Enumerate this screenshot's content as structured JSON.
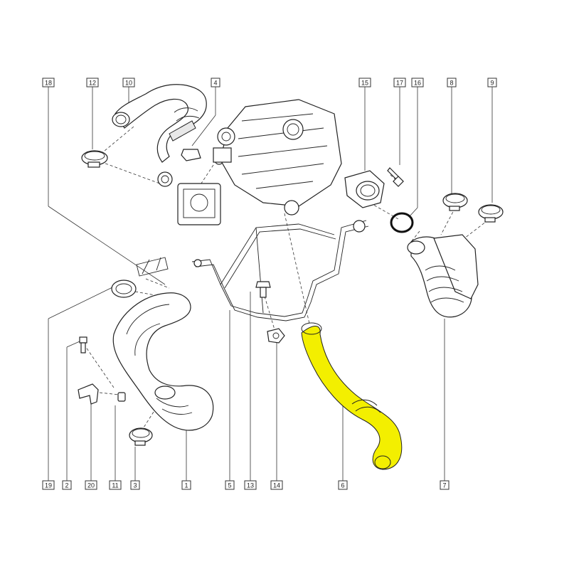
{
  "diagram": {
    "labels_top": [
      {
        "id": "lbl-18",
        "text": "18"
      },
      {
        "id": "lbl-12",
        "text": "12"
      },
      {
        "id": "lbl-10",
        "text": "10"
      },
      {
        "id": "lbl-4",
        "text": "4"
      },
      {
        "id": "lbl-15",
        "text": "15"
      },
      {
        "id": "lbl-17",
        "text": "17"
      },
      {
        "id": "lbl-16",
        "text": "16"
      },
      {
        "id": "lbl-8",
        "text": "8"
      },
      {
        "id": "lbl-9",
        "text": "9"
      }
    ],
    "labels_bottom": [
      {
        "id": "lbl-19",
        "text": "19"
      },
      {
        "id": "lbl-2",
        "text": "2"
      },
      {
        "id": "lbl-20",
        "text": "20"
      },
      {
        "id": "lbl-11",
        "text": "11"
      },
      {
        "id": "lbl-3",
        "text": "3"
      },
      {
        "id": "lbl-1",
        "text": "1"
      },
      {
        "id": "lbl-5",
        "text": "5"
      },
      {
        "id": "lbl-13",
        "text": "13"
      },
      {
        "id": "lbl-14",
        "text": "14"
      },
      {
        "id": "lbl-6",
        "text": "6"
      },
      {
        "id": "lbl-7",
        "text": "7"
      }
    ],
    "highlight_color": "#f3ef00",
    "highlighted_part": "6"
  }
}
